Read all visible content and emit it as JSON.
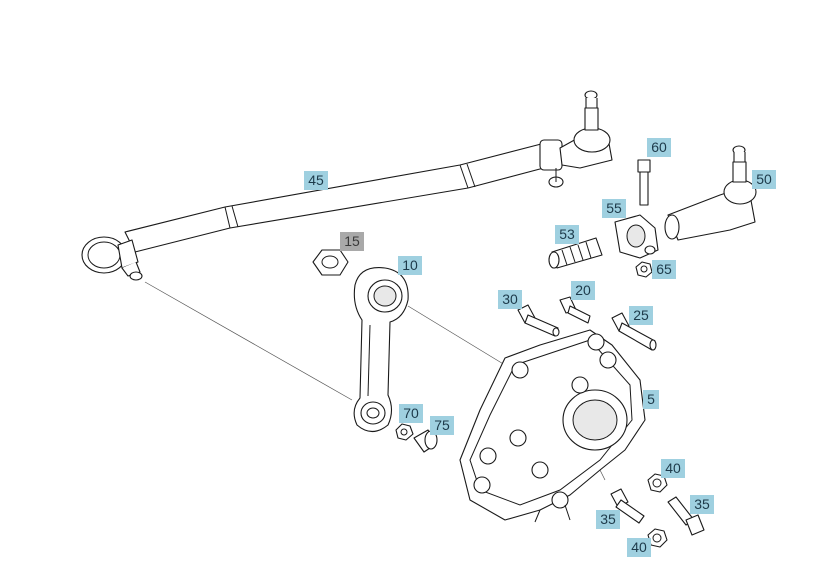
{
  "callouts": {
    "c45": "45",
    "c15": "15",
    "c10": "10",
    "c60": "60",
    "c50": "50",
    "c55": "55",
    "c53": "53",
    "c65": "65",
    "c30": "30",
    "c20": "20",
    "c25": "25",
    "c5": "5",
    "c70": "70",
    "c75": "75",
    "c40a": "40",
    "c35a": "35",
    "c35b": "35",
    "c40b": "40"
  },
  "colors": {
    "callout_bg": "#9fd0e0",
    "callout_grey_bg": "#a9a9a9",
    "line": "#1a1a1a"
  }
}
